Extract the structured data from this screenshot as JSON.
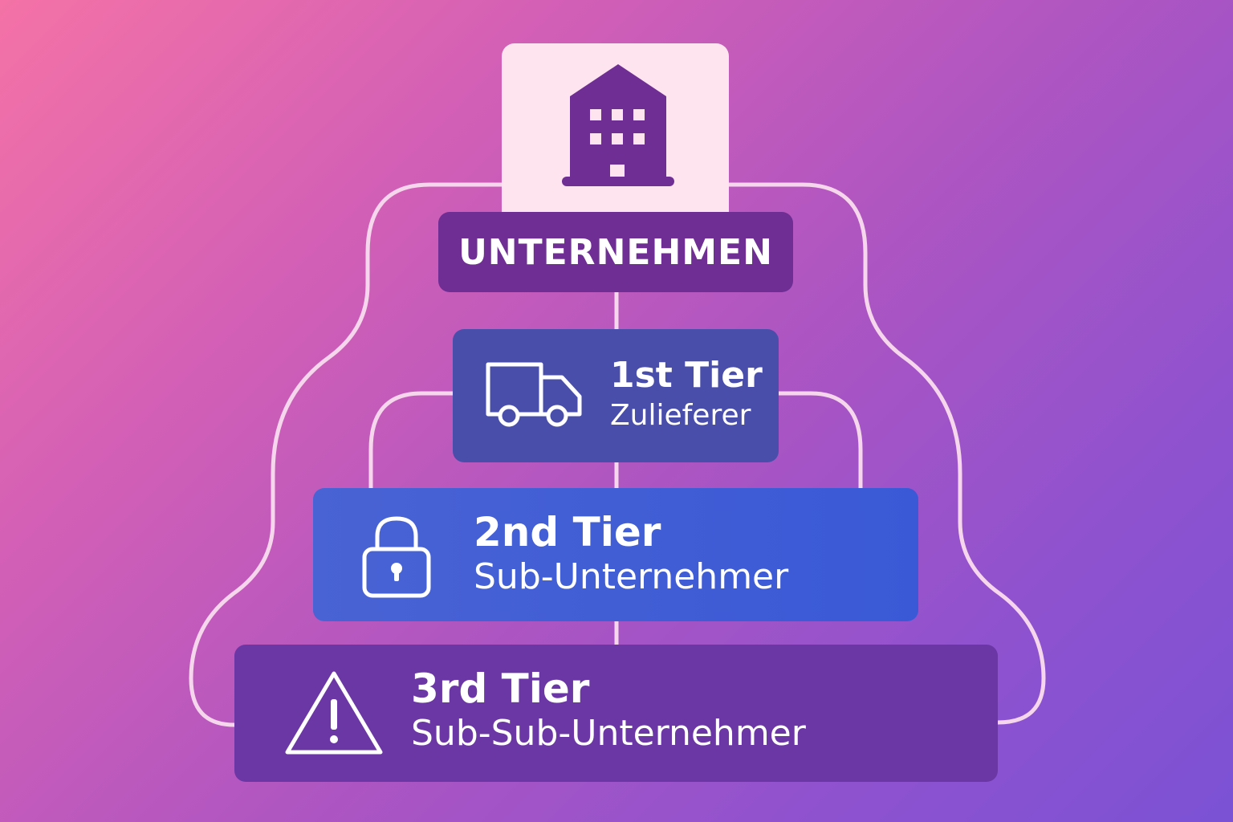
{
  "colors": {
    "background_start": "#f472a6",
    "background_end": "#7b52d4",
    "top_card": "#fde4ee",
    "building": "#6e2e93",
    "tier1": "#4a4eab",
    "tier2": "#3a59d6",
    "tier3": "#6b37a5",
    "connector": "#f6d6ec"
  },
  "top": {
    "icon": "building-icon",
    "label": "UNTERNEHMEN"
  },
  "tiers": [
    {
      "icon": "truck-icon",
      "title": "1st Tier",
      "subtitle": "Zulieferer"
    },
    {
      "icon": "lock-icon",
      "title": "2nd Tier",
      "subtitle": "Sub-Unternehmer"
    },
    {
      "icon": "warning-icon",
      "title": "3rd Tier",
      "subtitle": "Sub-Sub-Unternehmer"
    }
  ]
}
